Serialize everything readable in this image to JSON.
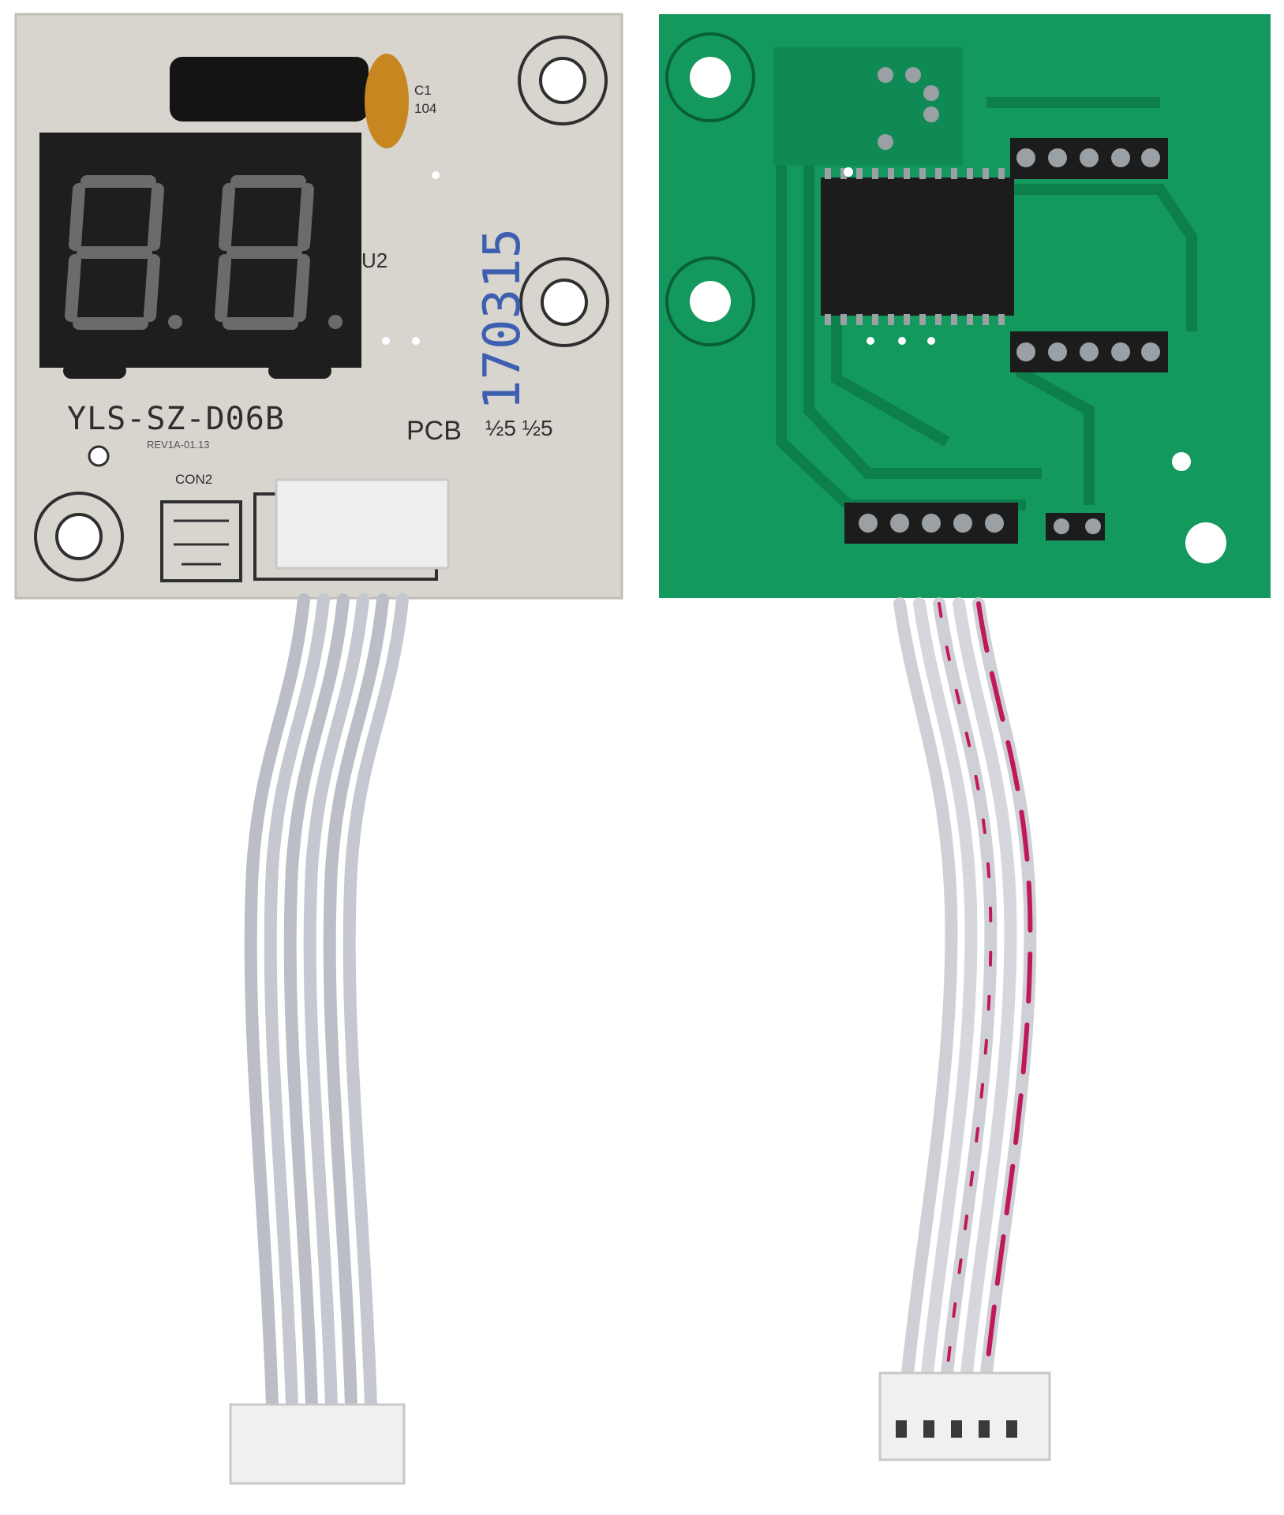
{
  "left_board": {
    "model_label": "YLS-SZ-D06B",
    "pcb_label": "PCB",
    "pcb_suffix": "½5 ½5",
    "date_code": "REV1A-01.13",
    "u2_label": "U2",
    "c1_label": "C1",
    "c1_value": "104",
    "con_label": "CON2",
    "stamp": "170315",
    "display_digits": "8.8.",
    "colors": {
      "pcb": "#d8d5cf",
      "display": "#1e1e1e",
      "segment": "#6b6b6b"
    }
  },
  "right_board": {
    "colors": {
      "pcb": "#13985e",
      "trace": "#0c7f4c",
      "chip": "#1c1c1c",
      "stripe": "#c0195a"
    }
  }
}
